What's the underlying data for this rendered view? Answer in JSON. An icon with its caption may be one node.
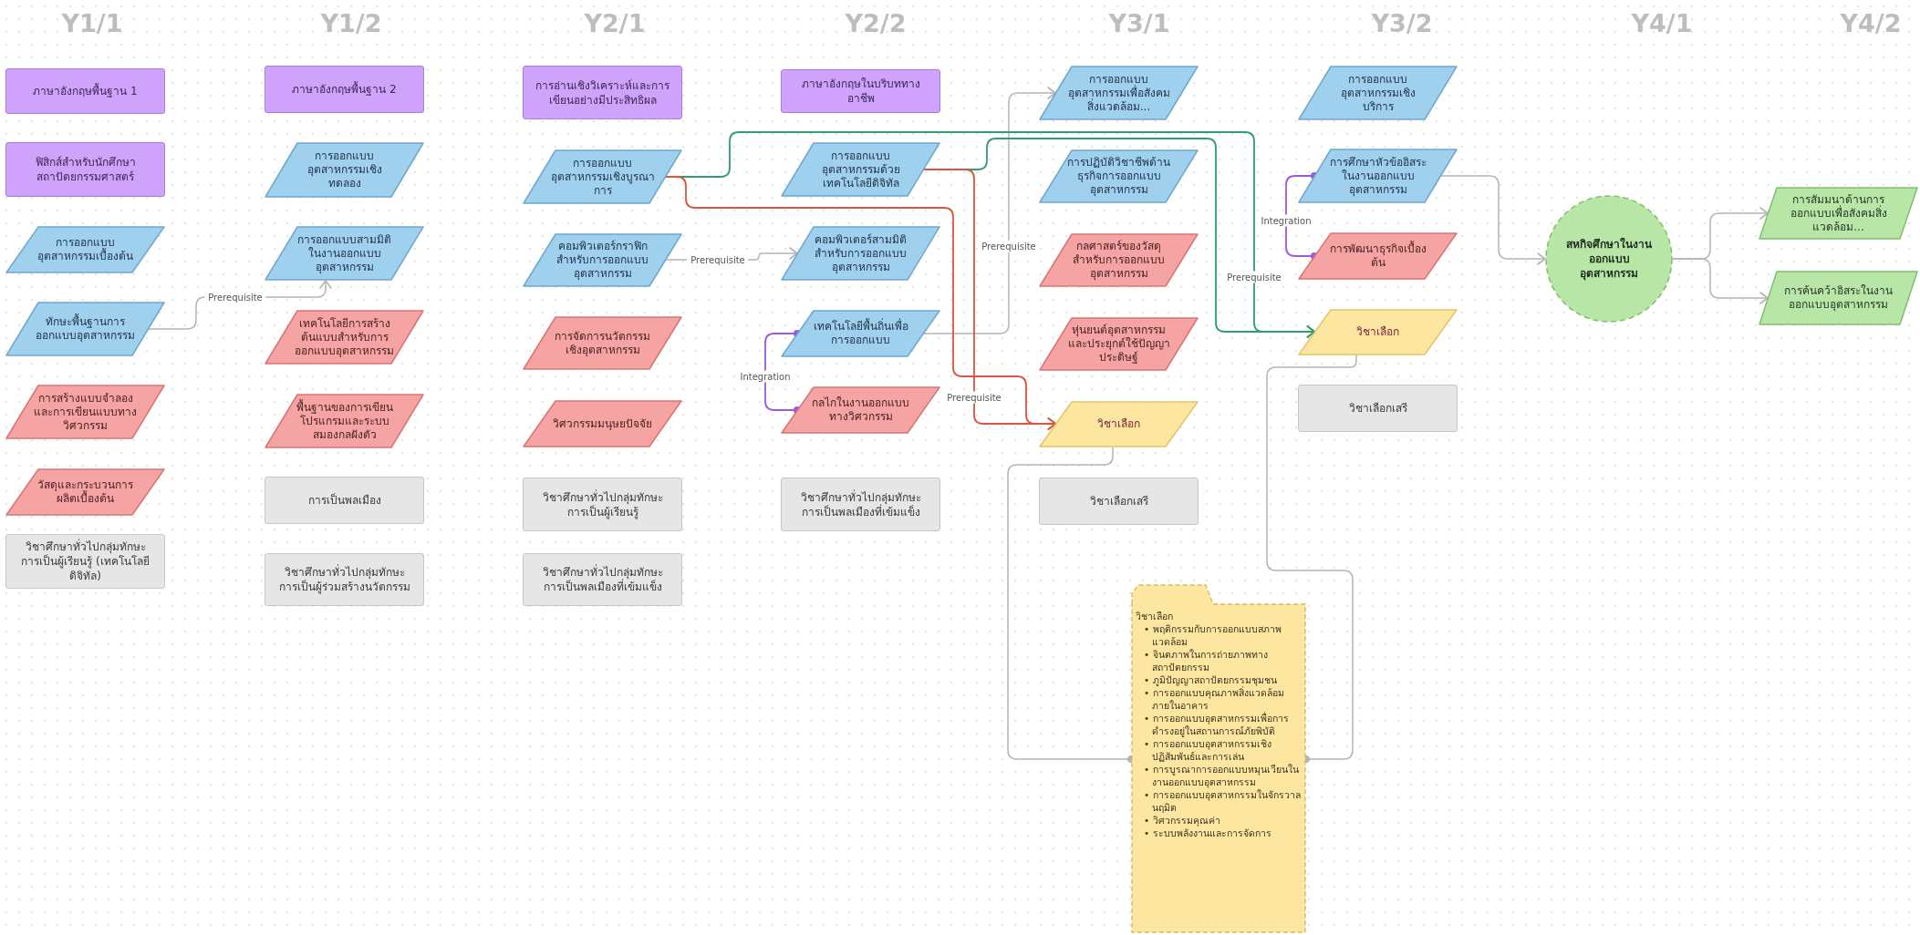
{
  "diagram": {
    "nodes": [
      {
        "text": [
          "ภาษาอังกฤษพื้นฐาน 1"
        ]
      },
      {
        "text": [
          "ฟิสิกส์สำหรับนักศึกษาสถาปัตยกรรมศาสตร์"
        ]
      },
      {
        "text": [
          "การออกแบบอุตสาหกรรมเบื้องต้น"
        ]
      },
      {
        "text": [
          "ทักษะพื้นฐานการออกแบบอุตสาหกรรม"
        ]
      },
      {
        "text": [
          "การสร้างแบบจำลองและการเขียนแบบทางวิศวกรรม"
        ]
      },
      {
        "text": [
          "วัสดุและกระบวนการผลิตเบื้องต้น"
        ]
      },
      {
        "text": [
          "วิชาศึกษาทั่วไปกลุ่มทักษะการเป็นผู้เรียนรู้ (เทคโนโลยีดิจิทัล)"
        ]
      },
      {
        "text": [
          "ภาษาอังกฤษพื้นฐาน 2"
        ]
      },
      {
        "text": [
          "การออกแบบอุตสาหกรรมเชิงทดลอง"
        ]
      },
      {
        "text": [
          "การออกแบบสามมิติในงานออกแบบอุตสาหกรรม"
        ]
      },
      {
        "text": [
          "เทคโนโลยีการสร้างต้นแบบสำหรับการออกแบบอุตสาหกรรม"
        ]
      },
      {
        "text": [
          "พื้นฐานของการเขียนโปรแกรมและระบบสมองกลฝังตัว"
        ]
      },
      {
        "text": [
          "การเป็นพลเมือง"
        ]
      },
      {
        "text": [
          "วิชาศึกษาทั่วไปกลุ่มทักษะการเป็นผู้ร่วมสร้างนวัตกรรม"
        ]
      },
      {
        "text": [
          "การอ่านเชิงวิเคราะห์และการเขียนอย่างมีประสิทธิผล"
        ]
      },
      {
        "text": [
          "การออกแบบอุตสาหกรรมเชิงบูรณาการ"
        ]
      },
      {
        "text": [
          "คอมพิวเตอร์กราฟิกสำหรับการออกแบบอุตสาหกรรม"
        ]
      },
      {
        "text": [
          "การจัดการนวัตกรรมเชิงอุตสาหกรรม"
        ]
      },
      {
        "text": [
          "วิศวกรรมมนุษยปัจจัย"
        ]
      },
      {
        "text": [
          "วิชาศึกษาทั่วไปกลุ่มทักษะการเป็นผู้เรียนรู้"
        ]
      },
      {
        "text": [
          "วิชาศึกษาทั่วไปกลุ่มทักษะการเป็นพลเมืองที่เข้มแข็ง"
        ]
      },
      {
        "text": [
          "ภาษาอังกฤษในบริบททางอาชีพ"
        ]
      },
      {
        "text": [
          "การออกแบบอุตสาหกรรมด้วยเทคโนโลยีดิจิทัล"
        ]
      },
      {
        "text": [
          "คอมพิวเตอร์สามมิติสำหรับการออกแบบอุตสาหกรรม"
        ]
      },
      {
        "text": [
          "เทคโนโลยีพื้นถิ่นเพื่อการออกแบบ"
        ]
      },
      {
        "text": [
          "กลไกในงานออกแบบทางวิศวกรรม"
        ]
      },
      {
        "text": [
          "วิชาศึกษาทั่วไปกลุ่มทักษะการเป็นพลเมืองที่เข้มแข็ง"
        ]
      },
      {
        "text": [
          "การออกแบบอุตสาหกรรมเพื่อสังคม สิ่งแวดล้อม..."
        ]
      },
      {
        "text": [
          "การปฏิบัติวิชาชีพด้านธุรกิจการออกแบบอุตสาหกรรม"
        ]
      },
      {
        "text": [
          "กลศาสตร์ของวัสดุสำหรับการออกแบบอุตสาหกรรม"
        ]
      },
      {
        "text": [
          "หุ่นยนต์อุตสาหกรรมและประยุกต์ใช้ปัญญาประดิษฐ์"
        ]
      },
      {
        "text": [
          "วิชาเลือก"
        ]
      },
      {
        "text": [
          "วิชาเลือกเสรี"
        ]
      },
      {
        "text": [
          "การออกแบบอุตสาหกรรมเชิงบริการ"
        ]
      },
      {
        "text": [
          "การศึกษาหัวข้ออิสระในงานออกแบบอุตสาหกรรม"
        ]
      },
      {
        "text": [
          "การพัฒนาธุรกิจเบื้องต้น"
        ]
      },
      {
        "text": [
          "วิชาเลือก"
        ]
      },
      {
        "text": [
          "วิชาเลือกเสรี"
        ]
      },
      {
        "text": [
          "สหกิจศึกษาในงานออกแบบอุตสาหกรรม"
        ]
      },
      {
        "text": [
          "การสัมมนาด้านการออกแบบเพื่อสังคมสิ่งแวดล้อม..."
        ]
      },
      {
        "text": [
          "การค้นคว้าอิสระในงานออกแบบอุตสาหกรรม"
        ]
      },
      {
        "text": [
          "วิชาเลือก",
          "• พฤติกรรมกับการออกแบบสภาพแวดล้อม",
          "• จินตภาพในการถ่ายภาพทางสถาปัตยกรรม",
          "• ภูมิปัญญาสถาปัตยกรรมชุมชน",
          "• การออกแบบคุณภาพสิ่งแวดล้อมภายในอาคาร",
          "• การออกแบบอุตสาหกรรมเพื่อการดำรงอยู่ในสถานการณ์ภัยพิบัติ",
          "• การออกแบบอุตสาหกรรมเชิงปฏิสัมพันธ์และการเล่น",
          "• การบูรณาการออกแบบหมุนเวียนในงานออกแบบอุตสาหกรรม",
          "• การออกแบบอุตสาหกรรมในจักรวาลนฤมิต",
          "• วิศวกรรมคุณค่า",
          "• ระบบพลังงานและการจัดการ"
        ]
      }
    ],
    "edges": [
      {
        "from": 3,
        "to": 9,
        "arrow": "to",
        "label": "Prerequisite"
      },
      {
        "from": 16,
        "to": 23,
        "arrow": "to",
        "label": "Prerequisite"
      },
      {
        "from": 24,
        "to": 27,
        "arrow": "to",
        "label": "Prerequisite"
      },
      {
        "from": 15,
        "to": 36,
        "arrow": "to",
        "label": "Prerequisite",
        "color": "#2e9e72"
      },
      {
        "from": 22,
        "to": 36,
        "arrow": "to",
        "color": "#2e9e72"
      },
      {
        "from": 15,
        "to": 31,
        "arrow": "to",
        "color": "#d9553f"
      },
      {
        "from": 22,
        "to": 31,
        "arrow": "to",
        "label": "Prerequisite",
        "color": "#d9553f"
      },
      {
        "from": 24,
        "to": 25,
        "arrow": "other",
        "label": "Integration",
        "color": "#9b59e0"
      },
      {
        "from": 34,
        "to": 35,
        "arrow": "other",
        "label": "Integration",
        "color": "#9b59e0"
      },
      {
        "from": 34,
        "to": 38,
        "arrow": "to"
      },
      {
        "from": 38,
        "to": 39,
        "arrow": "to"
      },
      {
        "from": 38,
        "to": 40,
        "arrow": "to"
      },
      {
        "from": 31,
        "to": 41,
        "arrow": "other"
      },
      {
        "from": 36,
        "to": 41,
        "arrow": "other"
      }
    ],
    "labels": [
      "Y1/1",
      "Y1/2",
      "Y2/1",
      "Y2/2",
      "Y3/1",
      "Y3/2",
      "Y4/1",
      "Y4/2"
    ]
  }
}
